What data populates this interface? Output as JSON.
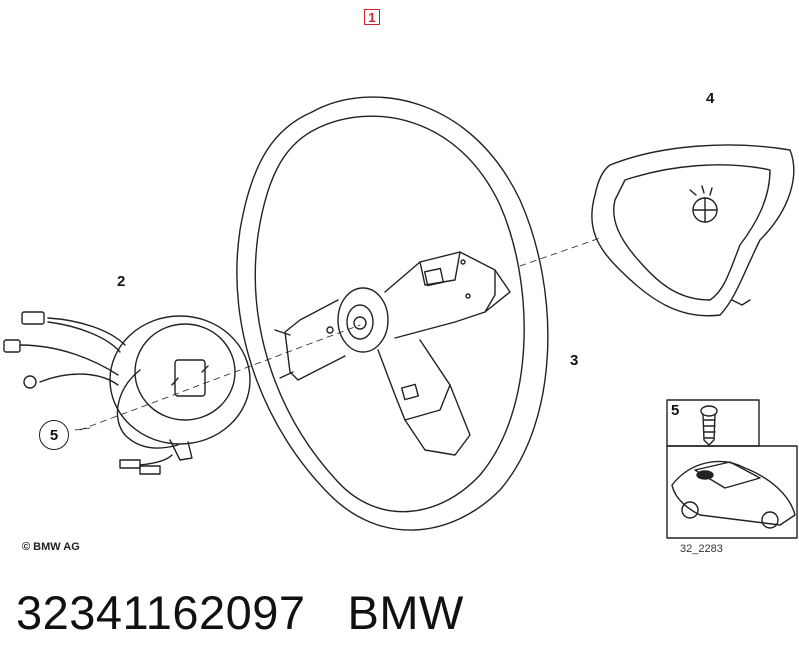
{
  "callouts": {
    "c1": "1",
    "c2": "2",
    "c3": "3",
    "c4": "4",
    "c5": "5",
    "c5_inset": "5"
  },
  "copyright": "© BMW AG",
  "diagram_ref": "32_2283",
  "part_number": "32341162097",
  "brand": "BMW"
}
